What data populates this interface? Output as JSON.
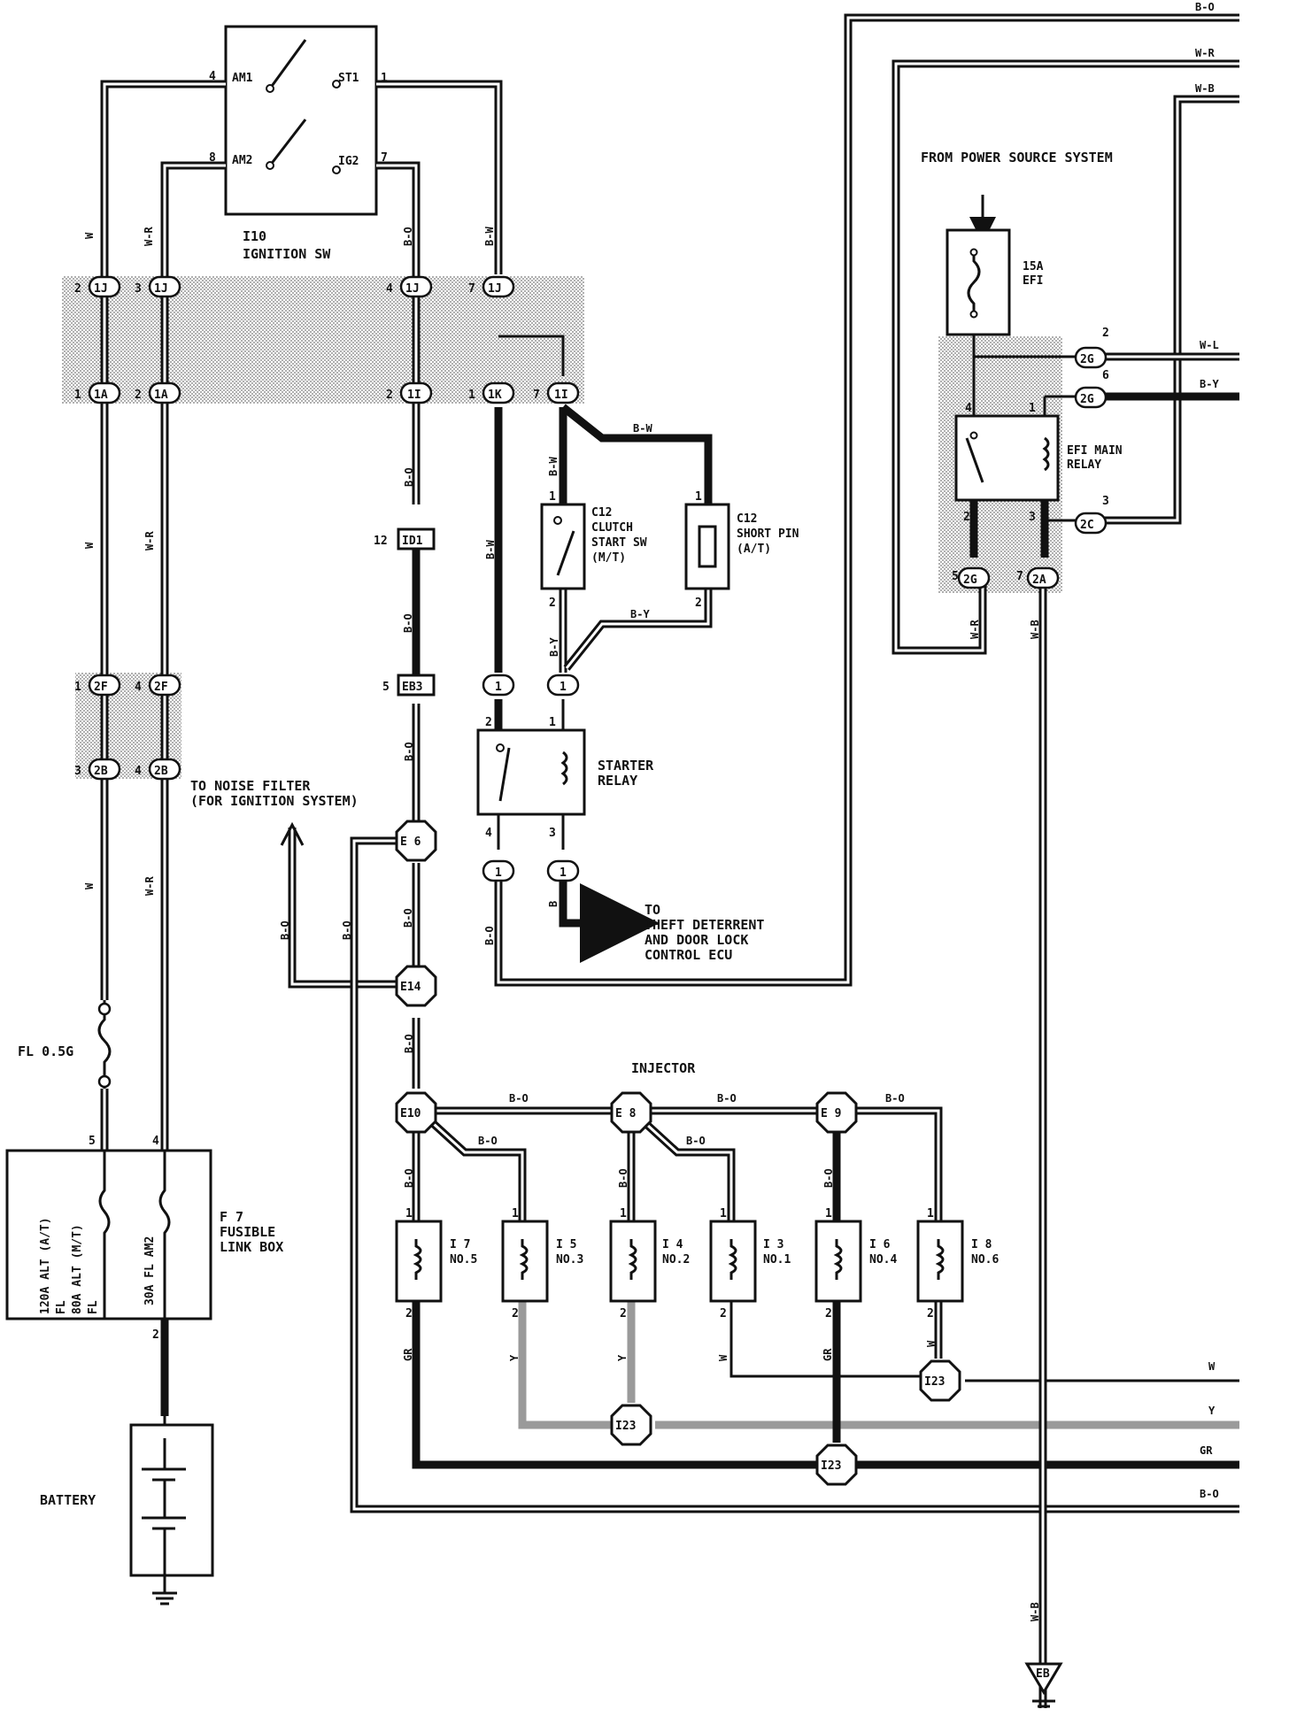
{
  "components": {
    "ignition_sw": {
      "ref": "I10",
      "name": "IGNITION SW",
      "term_am1": "AM1",
      "term_am2": "AM2",
      "term_st1": "ST1",
      "term_ig2": "IG2"
    },
    "clutch_start_sw": {
      "ref": "C12",
      "line1": "CLUTCH",
      "line2": "START SW",
      "line3": "(M/T)"
    },
    "short_pin": {
      "ref": "C12",
      "line1": "SHORT PIN",
      "line2": "(A/T)"
    },
    "starter_relay": {
      "line1": "STARTER",
      "line2": "RELAY"
    },
    "efi_fuse": {
      "line1": "15A",
      "line2": "EFI"
    },
    "efi_main_relay": {
      "line1": "EFI MAIN",
      "line2": "RELAY"
    },
    "fusible_link_box": {
      "ref": "F 7",
      "line1": "FUSIBLE",
      "line2": "LINK BOX",
      "fl1": "120A ALT (A/T)",
      "fl2": "80A ALT (M/T)",
      "fl3": "FL",
      "fl4": "FL",
      "fl_am2": "30A FL AM2"
    },
    "fl_05g": "FL 0.5G",
    "battery": "BATTERY",
    "injector_title": "INJECTOR",
    "injectors": [
      {
        "ref": "I 7",
        "no": "NO.5"
      },
      {
        "ref": "I 5",
        "no": "NO.3"
      },
      {
        "ref": "I 4",
        "no": "NO.2"
      },
      {
        "ref": "I 3",
        "no": "NO.1"
      },
      {
        "ref": "I 6",
        "no": "NO.4"
      },
      {
        "ref": "I 8",
        "no": "NO.6"
      }
    ],
    "ground_eb": "EB"
  },
  "notes": {
    "power_source": "FROM POWER SOURCE SYSTEM",
    "noise_filter_1": "TO NOISE FILTER",
    "noise_filter_2": "(FOR IGNITION SYSTEM)",
    "theft_1": "TO",
    "theft_2": "THEFT DETERRENT",
    "theft_3": "AND DOOR LOCK",
    "theft_4": "CONTROL ECU"
  },
  "connectors": {
    "c1j": "1J",
    "c1a": "1A",
    "c1i": "1I",
    "c1k": "1K",
    "c2f": "2F",
    "c2b": "2B",
    "c2g": "2G",
    "c2c": "2C",
    "c2a": "2A",
    "id1": "ID1",
    "eb3": "EB3",
    "c1": "1",
    "e6": "E 6",
    "e14": "E14",
    "e10": "E10",
    "e8": "E 8",
    "e9": "E 9",
    "i23": "I23"
  },
  "pins": {
    "p1": "1",
    "p2": "2",
    "p3": "3",
    "p4": "4",
    "p5": "5",
    "p6": "6",
    "p7": "7",
    "p8": "8",
    "p12": "12"
  },
  "wire_colors": {
    "bo": "B-O",
    "wr": "W-R",
    "wb": "W-B",
    "wl": "W-L",
    "by": "B-Y",
    "bw": "B-W",
    "w": "W",
    "y": "Y",
    "gr": "GR",
    "b": "B"
  }
}
